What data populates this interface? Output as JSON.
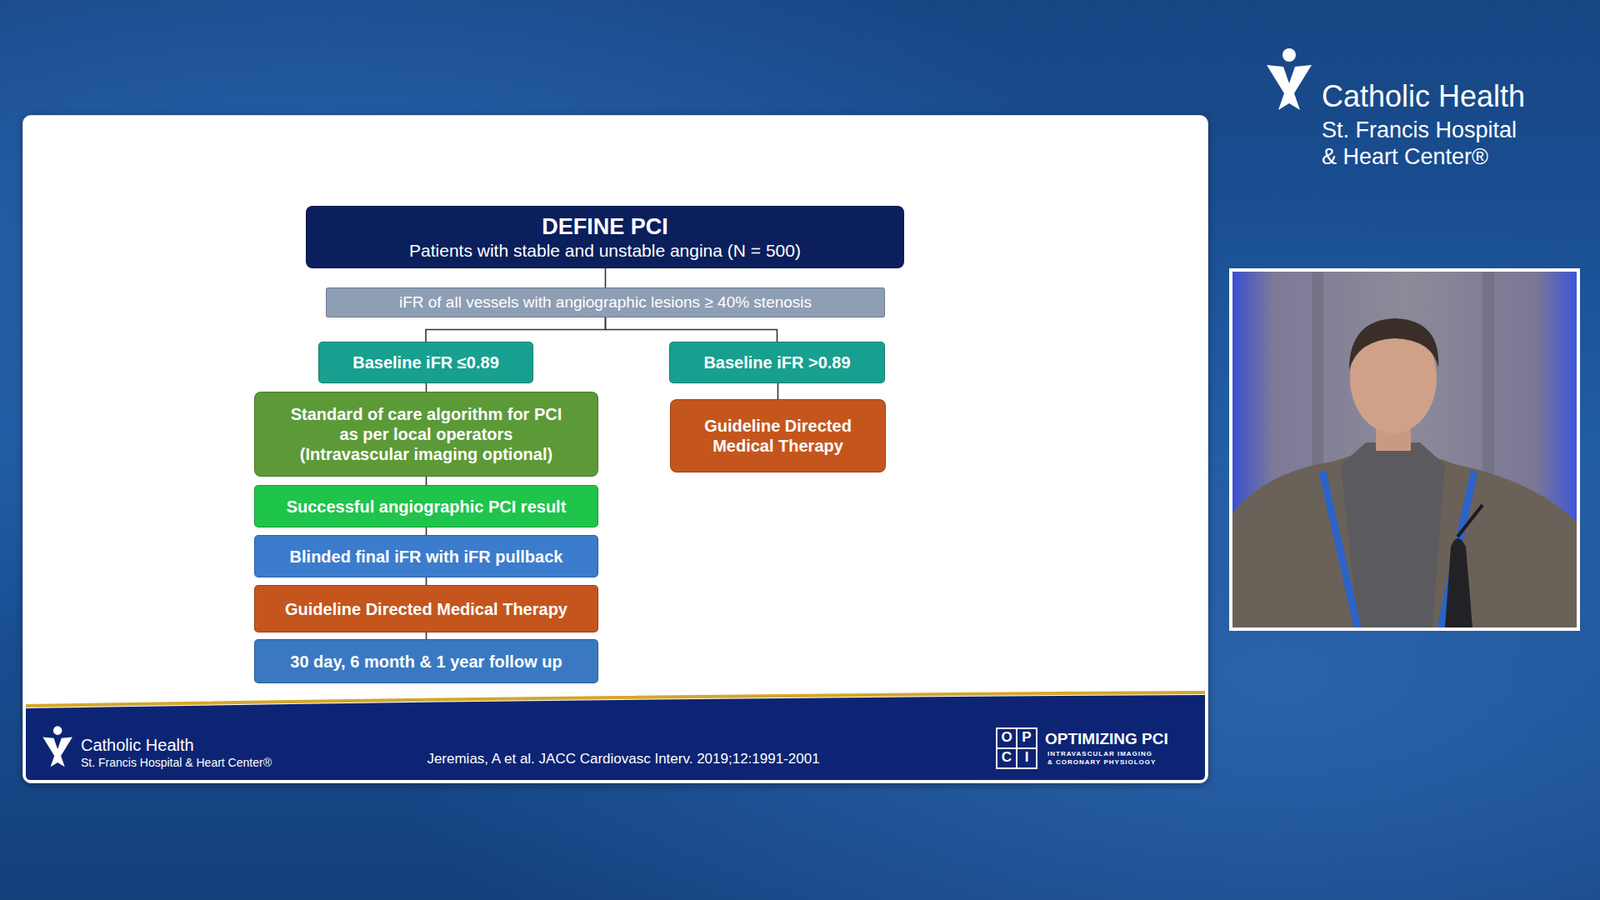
{
  "diagram": {
    "nodes": [
      {
        "text": [
          "DEFINE PCI",
          "Patients with stable and unstable angina (N = 500)"
        ]
      },
      {
        "text": [
          "iFR of all vessels with angiographic lesions ≥ 40% stenosis"
        ]
      },
      {
        "text": [
          "Baseline iFR ≤0.89"
        ]
      },
      {
        "text": [
          "Baseline iFR >0.89"
        ]
      },
      {
        "text": [
          "Standard of care algorithm for PCI as per local operators (Intravascular imaging optional)"
        ]
      },
      {
        "text": [
          "Guideline Directed Medical Therapy"
        ]
      },
      {
        "text": [
          "Successful angiographic PCI result"
        ]
      },
      {
        "text": [
          "Blinded final iFR with iFR pullback"
        ]
      },
      {
        "text": [
          "Guideline Directed Medical Therapy"
        ]
      },
      {
        "text": [
          "30 day, 6 month & 1 year follow up"
        ]
      }
    ],
    "edges": [
      {
        "from": 0,
        "to": 1,
        "arrow": "none"
      },
      {
        "from": 1,
        "to": 2,
        "arrow": "none"
      },
      {
        "from": 1,
        "to": 3,
        "arrow": "none"
      },
      {
        "from": 2,
        "to": 4,
        "arrow": "none"
      },
      {
        "from": 3,
        "to": 5,
        "arrow": "none"
      },
      {
        "from": 4,
        "to": 6,
        "arrow": "none"
      },
      {
        "from": 6,
        "to": 7,
        "arrow": "none"
      },
      {
        "from": 7,
        "to": 8,
        "arrow": "none"
      },
      {
        "from": 8,
        "to": 9,
        "arrow": "none"
      }
    ],
    "labels": [
      "Catholic Health",
      "St. Francis Hospital",
      "& Heart Center®",
      "Catholic Health",
      "St. Francis Hospital & Heart Center®",
      "Jeremias, A et al. JACC Cardiovasc Interv. 2019;12:1991-2001",
      "O",
      "P",
      "C",
      "I",
      "OPTIMIZING PCI",
      "INTRAVASCULAR IMAGING",
      "& CORONARY PHYSIOLOGY"
    ]
  }
}
